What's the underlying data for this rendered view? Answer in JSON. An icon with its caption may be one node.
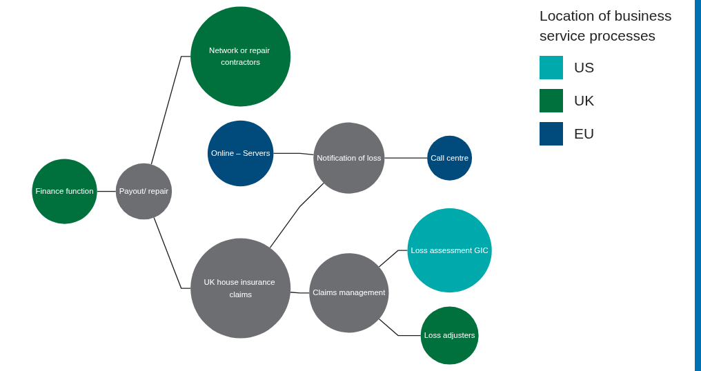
{
  "diagram": {
    "nodes": [
      {
        "text": [
          "Finance function"
        ]
      },
      {
        "text": [
          "Payout/ repair"
        ]
      },
      {
        "text": [
          "Network or repair contractors"
        ]
      },
      {
        "text": [
          "UK house insurance claims"
        ]
      },
      {
        "text": [
          "Online – Servers"
        ]
      },
      {
        "text": [
          "Notification of loss"
        ]
      },
      {
        "text": [
          "Claims management"
        ]
      },
      {
        "text": [
          "Loss assessment GIC"
        ]
      },
      {
        "text": [
          "Call centre"
        ]
      },
      {
        "text": [
          "Loss adjusters"
        ]
      }
    ],
    "edges": [
      {
        "from": 0,
        "to": 1,
        "arrow": "none"
      },
      {
        "from": 1,
        "to": 2,
        "arrow": "none"
      },
      {
        "from": 1,
        "to": 3,
        "arrow": "none"
      },
      {
        "from": 3,
        "to": 5,
        "arrow": "none"
      },
      {
        "from": 3,
        "to": 6,
        "arrow": "none"
      },
      {
        "from": 4,
        "to": 5,
        "arrow": "none"
      },
      {
        "from": 5,
        "to": 8,
        "arrow": "none"
      },
      {
        "from": 6,
        "to": 7,
        "arrow": "none"
      },
      {
        "from": 6,
        "to": 9,
        "arrow": "none"
      }
    ],
    "labels": [
      "Location of business service processes"
    ],
    "legend": [
      {
        "text": "US",
        "color": "#00a9ac"
      },
      {
        "text": "UK",
        "color": "#00703c"
      },
      {
        "text": "EU",
        "color": "#004b7c"
      }
    ]
  }
}
